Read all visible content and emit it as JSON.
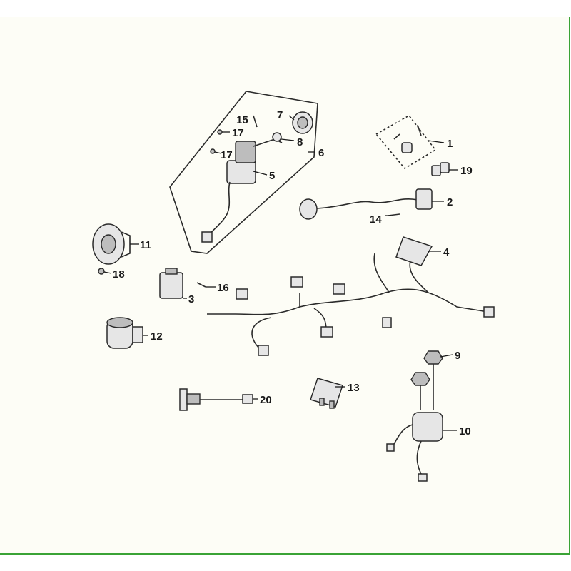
{
  "diagram": {
    "callouts": [
      "1",
      "2",
      "3",
      "4",
      "5",
      "6",
      "7",
      "8",
      "9",
      "10",
      "11",
      "12",
      "13",
      "14",
      "15",
      "16",
      "17",
      "17",
      "18",
      "19",
      "20"
    ],
    "colors": {
      "border_accent": "#3aa335",
      "background": "#fdfdf6",
      "line": "#2b2b2b"
    }
  }
}
